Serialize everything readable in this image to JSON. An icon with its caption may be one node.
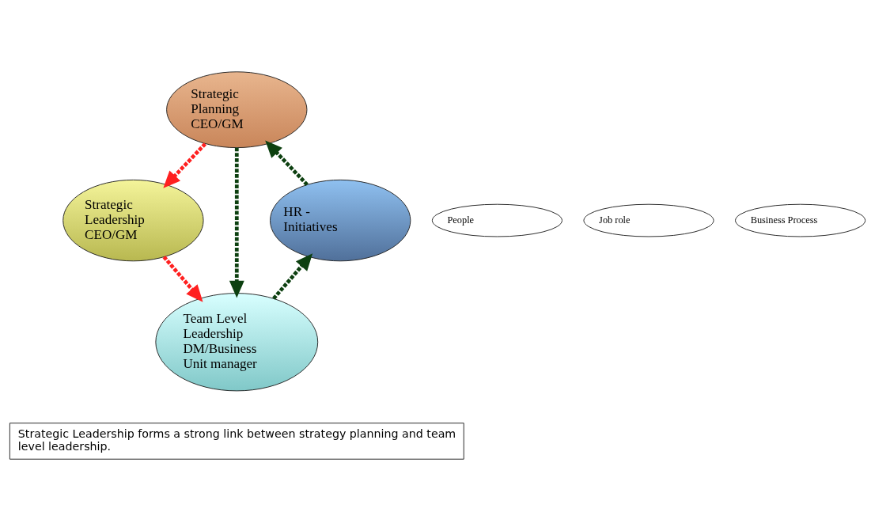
{
  "diagram": {
    "nodes": [
      {
        "text": [
          "Strategic Planning CEO/GM"
        ]
      },
      {
        "text": [
          "HR - Initiatives"
        ]
      },
      {
        "text": [
          "Strategic Leadership CEO/GM"
        ]
      },
      {
        "text": [
          "People"
        ]
      },
      {
        "text": [
          "Job role"
        ]
      },
      {
        "text": [
          "Business Process"
        ]
      },
      {
        "text": [
          "Team Level Leadership DM/Business Unit manager"
        ]
      },
      {
        "text": [
          "Strategic Leadership forms a strong link between strategy planning and team level leadership."
        ]
      }
    ],
    "edges": [
      {
        "from": 1,
        "to": 0,
        "arrow": "to",
        "style": "dashed"
      },
      {
        "from": 0,
        "to": 2,
        "arrow": "to",
        "style": "dashed",
        "color": "#ff2020"
      },
      {
        "from": 2,
        "to": 6,
        "arrow": "to",
        "style": "dashed",
        "color": "#ff2020"
      },
      {
        "from": 0,
        "to": 6,
        "arrow": "to",
        "style": "dashed"
      },
      {
        "from": 6,
        "to": 1,
        "arrow": "to",
        "style": "dashed"
      }
    ]
  }
}
